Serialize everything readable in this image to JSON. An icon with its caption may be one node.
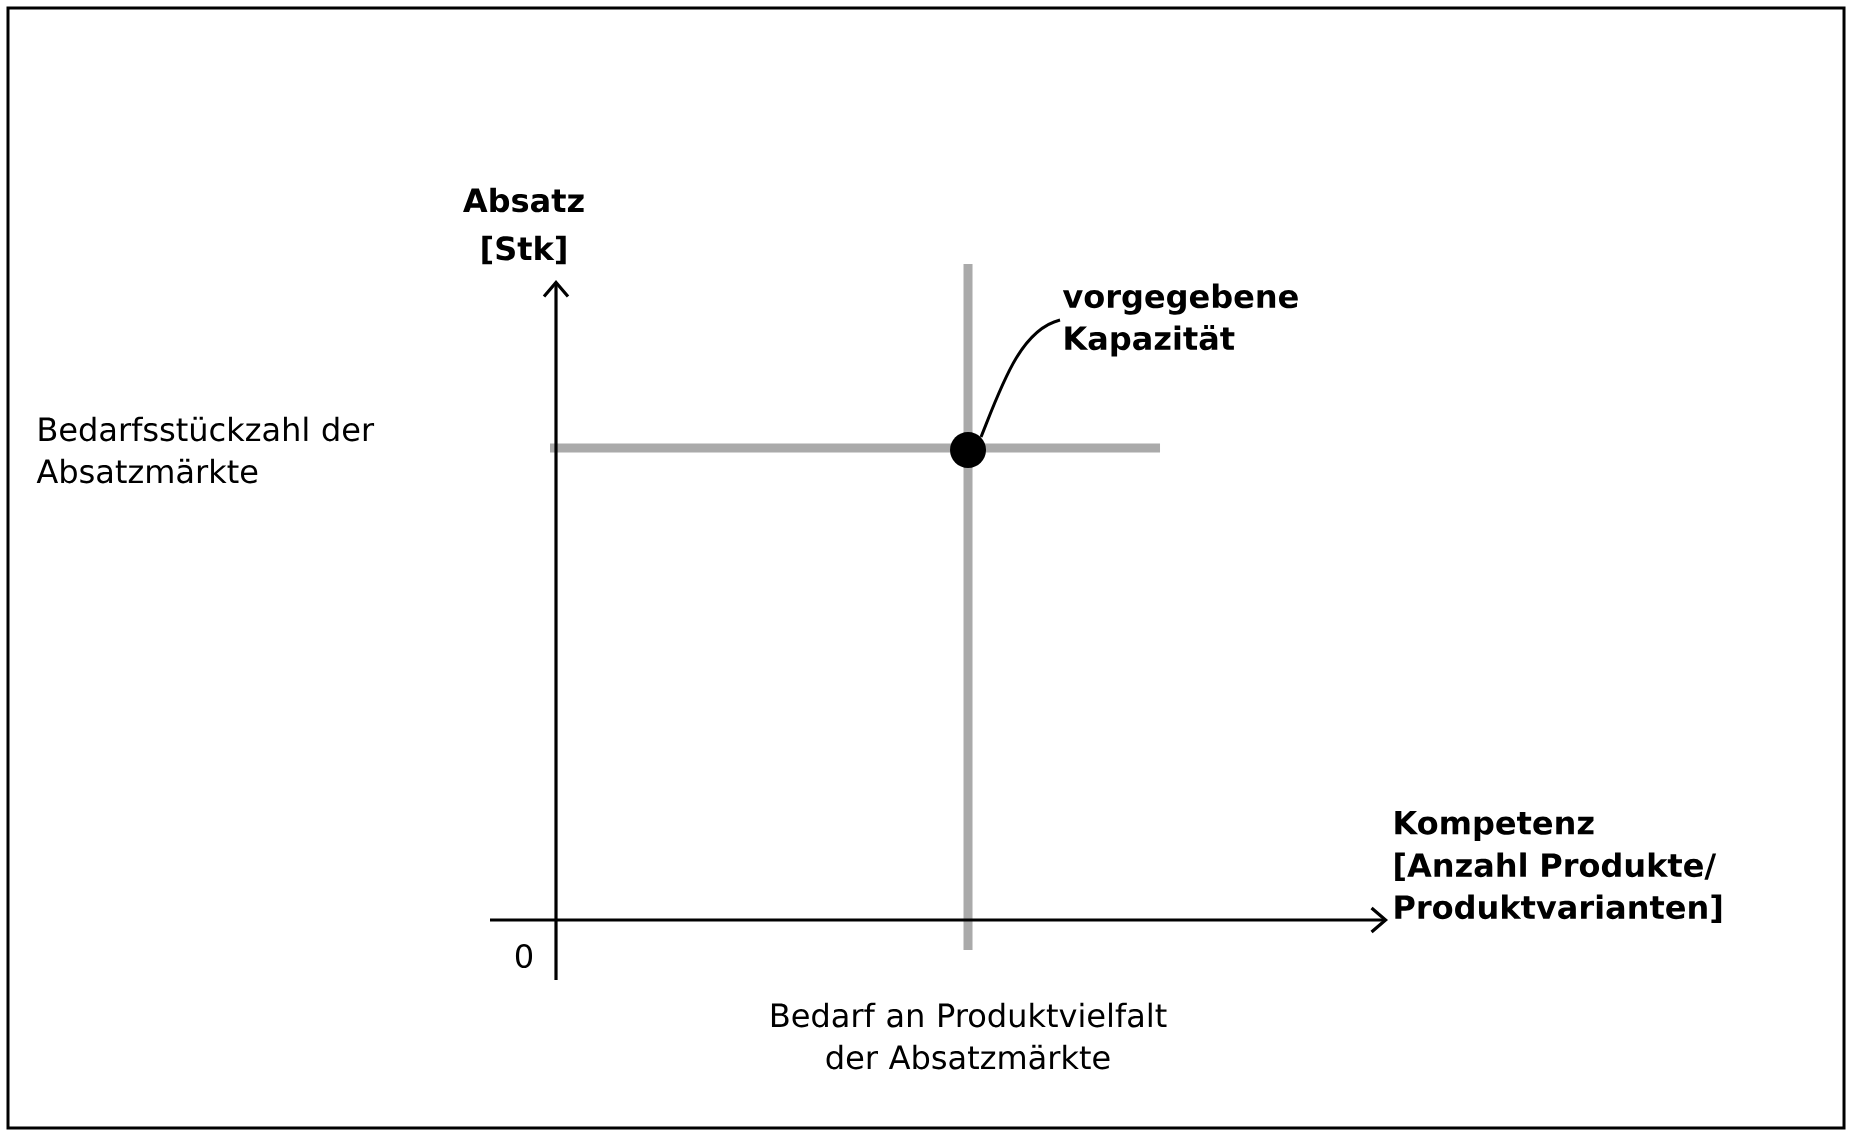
{
  "diagram": {
    "nodes": [
      {
        "text": [
          "vorgegebene Kapazität"
        ]
      },
      {
        "text": [],
        "shape": "circle"
      }
    ],
    "edges": [
      {
        "from": 0,
        "to": 1,
        "arrow": "none"
      }
    ],
    "labels": [
      "Absatz",
      "[Stk]",
      "Bedarfsstückzahl der Absatzmärkte",
      "Kompetenz",
      "[Anzahl Produkte/ Produktvarianten]",
      "0",
      "Bedarf an Produktvielfalt der Absatzmärkte"
    ]
  }
}
